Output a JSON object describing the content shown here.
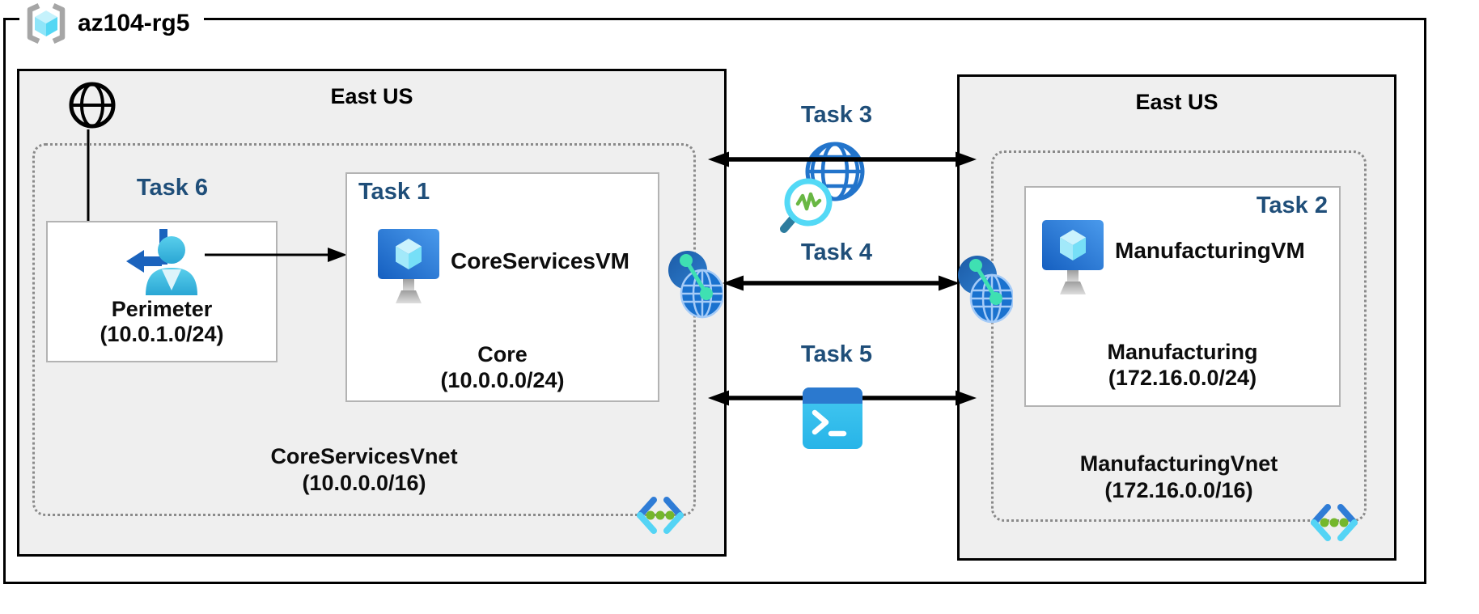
{
  "resource_group": {
    "label": "az104-rg5"
  },
  "regions": {
    "left": {
      "name": "East US",
      "vnet_name": "CoreServicesVnet",
      "vnet_cidr": "(10.0.0.0/16)",
      "task6_label": "Task 6",
      "perimeter": {
        "name": "Perimeter",
        "cidr": "(10.0.1.0/24)"
      },
      "task1": {
        "label": "Task 1",
        "vm_name": "CoreServicesVM",
        "subnet_name": "Core",
        "subnet_cidr": "(10.0.0.0/24)"
      }
    },
    "right": {
      "name": "East US",
      "vnet_name": "ManufacturingVnet",
      "vnet_cidr": "(172.16.0.0/16)",
      "task2": {
        "label": "Task 2",
        "vm_name": "ManufacturingVM",
        "subnet_name": "Manufacturing",
        "subnet_cidr": "(172.16.0.0/24)"
      }
    }
  },
  "connections": {
    "task3_label": "Task 3",
    "task4_label": "Task 4",
    "task5_label": "Task 5"
  },
  "icons": {
    "resource_group": "azure-resource-group-icon",
    "internet": "internet-globe-icon",
    "guest_user": "perimeter-user-icon",
    "virtual_machine": "virtual-machine-icon",
    "vnet_peering": "virtual-network-peering-icon",
    "network_watcher": "network-watcher-icon",
    "cloud_shell": "cloud-shell-icon",
    "code": "code-brackets-icon"
  },
  "colors": {
    "task_label": "#1f4e79",
    "region_fill": "#efefef",
    "region_border": "#000000",
    "dotted_border": "#8a8a8a",
    "box_border": "#b3b3b3",
    "azure_blue": "#0078d4",
    "cube_cyan": "#54d7f4",
    "green_dot": "#74b72c",
    "teal_dot": "#3fe0b2"
  }
}
